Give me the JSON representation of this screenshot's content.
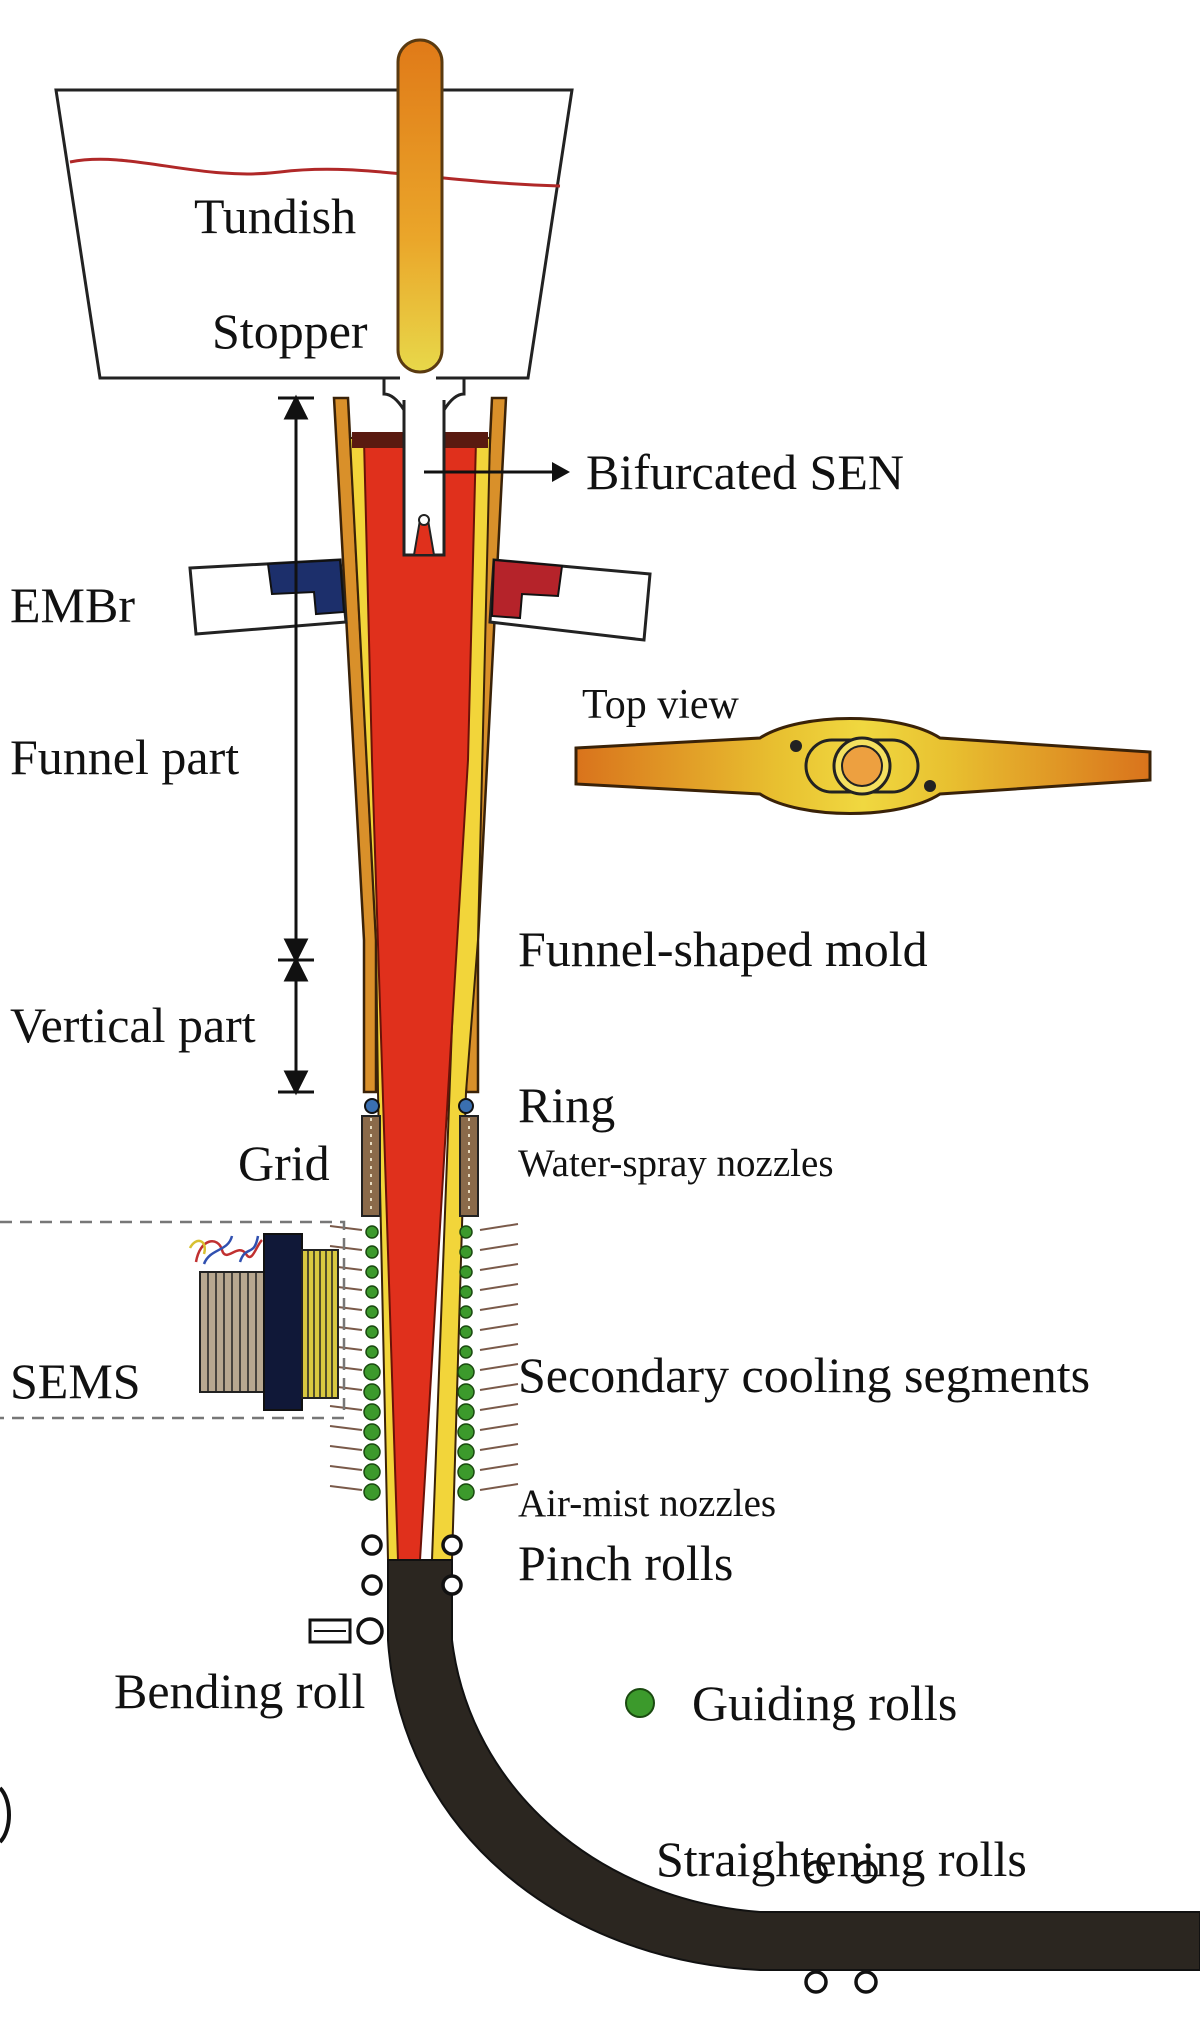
{
  "labels": {
    "tundish": "Tundish",
    "stopper": "Stopper",
    "sen": "Bifurcated SEN",
    "embr": "EMBr",
    "top_view": "Top view",
    "funnel_part": "Funnel part",
    "funnel_mold": "Funnel-shaped mold",
    "vertical_part": "Vertical part",
    "ring": "Ring",
    "grid": "Grid",
    "water_spray": "Water-spray nozzles",
    "sems": "SEMS",
    "secondary_cooling": "Secondary cooling segments",
    "air_mist": "Air-mist nozzles",
    "pinch_rolls": "Pinch rolls",
    "bending_roll": "Bending roll",
    "guiding_rolls": "Guiding rolls",
    "straightening_rolls": "Straightening rolls"
  },
  "colors": {
    "steel_liquid": "#e0301c",
    "mold_copper": "#d9902a",
    "shell": "#f2d53a",
    "strand": "#2b2620",
    "embr_left": "#1c2f6b",
    "embr_right": "#b5232a",
    "guiding_roll": "#3c9a2c",
    "melt_line": "#b02828"
  },
  "icons": {
    "guiding_roll_legend": "green-dot-icon",
    "sen_arrow": "arrow-right-icon"
  }
}
